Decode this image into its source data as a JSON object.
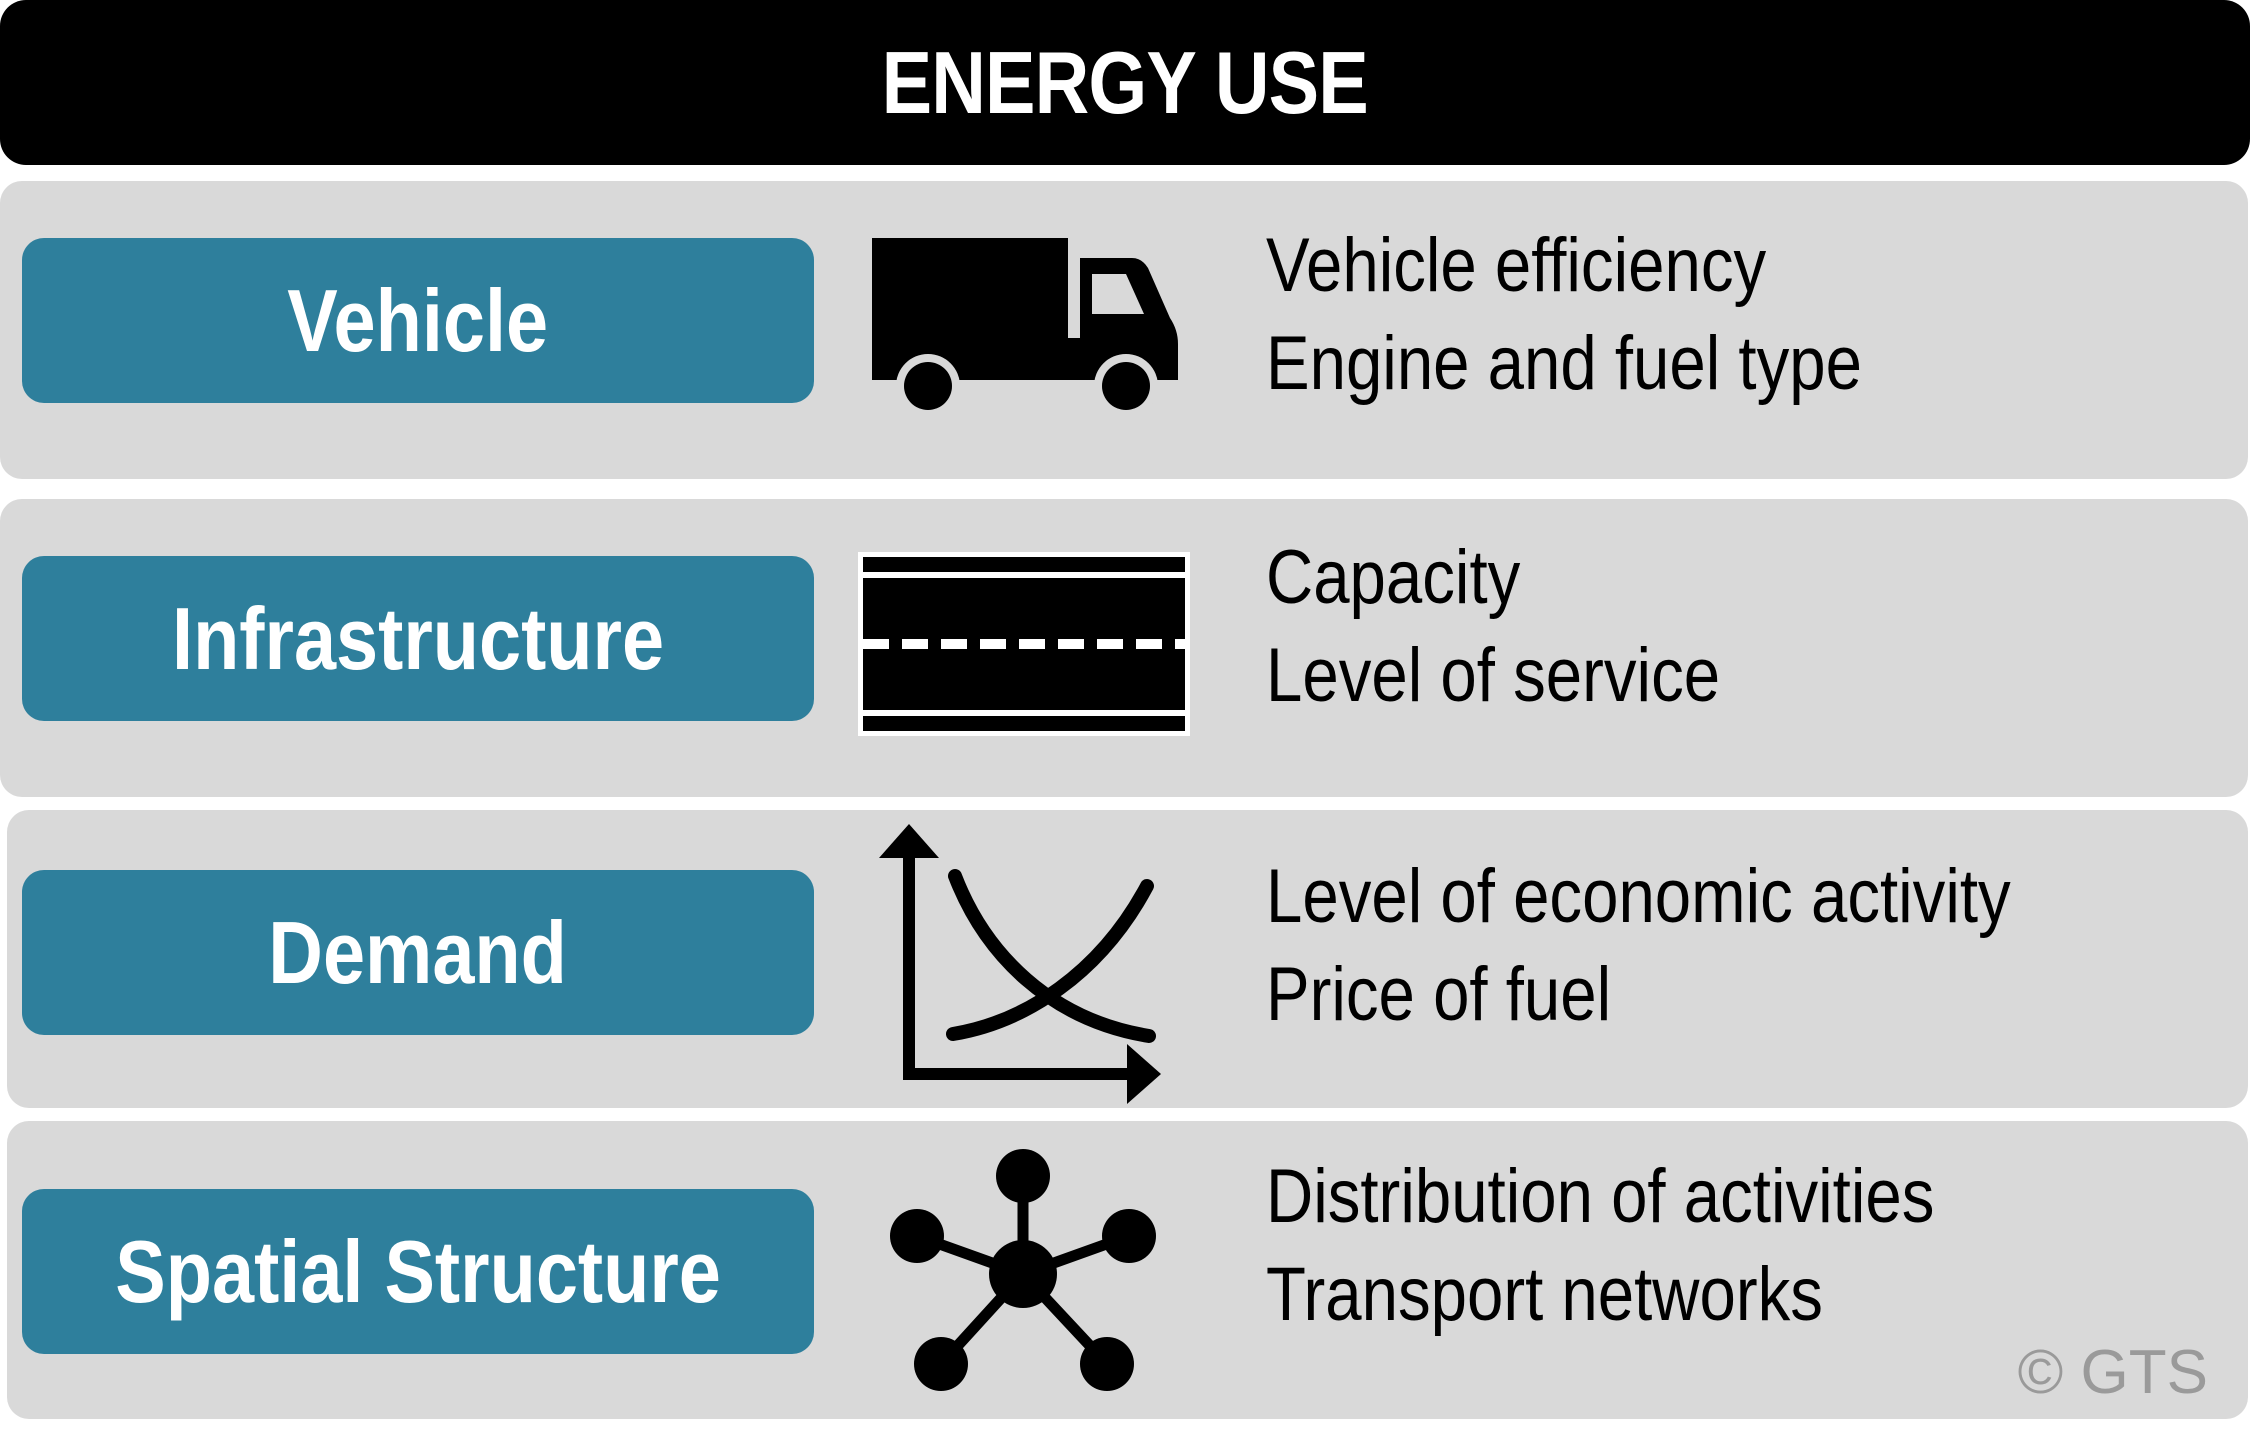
{
  "header": {
    "title": "ENERGY USE"
  },
  "rows": [
    {
      "label": "Vehicle",
      "icon": "truck-icon",
      "lines": [
        "Vehicle efficiency",
        "Engine and fuel type"
      ]
    },
    {
      "label": "Infrastructure",
      "icon": "road-icon",
      "lines": [
        "Capacity",
        "Level of service"
      ]
    },
    {
      "label": "Demand",
      "icon": "demand-curve-icon",
      "lines": [
        "Level of economic activity",
        "Price of fuel"
      ]
    },
    {
      "label": "Spatial Structure",
      "icon": "network-hub-icon",
      "lines": [
        "Distribution of activities",
        "Transport networks"
      ]
    }
  ],
  "footer": {
    "copyright": "© GTS"
  },
  "colors": {
    "header_bg": "#000000",
    "row_bg": "#d9d9d9",
    "pill_bg": "#2e7f9c",
    "text": "#000000",
    "copyright": "#9a9a9a"
  }
}
